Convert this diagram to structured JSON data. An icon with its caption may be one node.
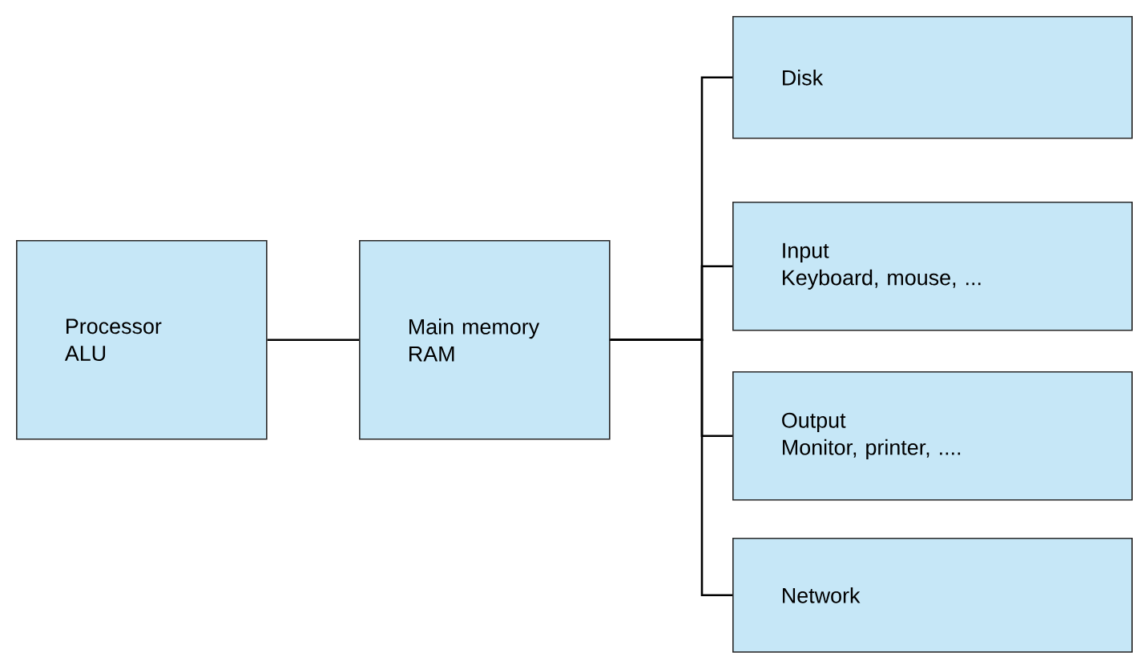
{
  "diagram": {
    "nodes": [
      {
        "text": [
          "Processor",
          "ALU"
        ]
      },
      {
        "text": [
          "Main memory",
          "RAM"
        ]
      },
      {
        "text": [
          "Disk"
        ]
      },
      {
        "text": [
          "Input",
          "Keyboard, mouse, ..."
        ]
      },
      {
        "text": [
          "Output",
          "Monitor, printer, ...."
        ]
      },
      {
        "text": [
          "Network"
        ]
      }
    ],
    "edges": [
      {
        "from": 0,
        "to": 1,
        "arrow": "none"
      },
      {
        "from": 1,
        "to": 2,
        "arrow": "none"
      },
      {
        "from": 1,
        "to": 3,
        "arrow": "none"
      },
      {
        "from": 1,
        "to": 4,
        "arrow": "none"
      },
      {
        "from": 1,
        "to": 5,
        "arrow": "none"
      }
    ]
  }
}
